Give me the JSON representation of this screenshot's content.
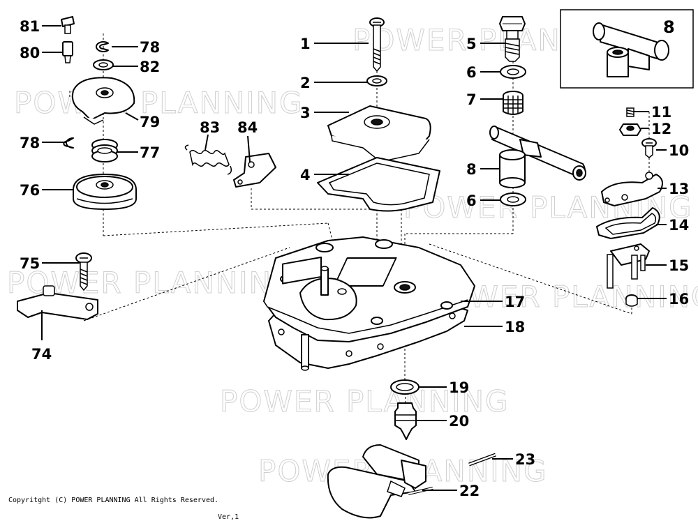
{
  "watermark": "POWER PLANNING",
  "copyright": {
    "line1": "Copyritght (C)  POWER  PLANNING  All  Rights  Reserved.",
    "line2": "Ver,1"
  },
  "callouts": {
    "c1": "1",
    "c2": "2",
    "c3": "3",
    "c4": "4",
    "c5": "5",
    "c6a": "6",
    "c6b": "6",
    "c7": "7",
    "c8": "8",
    "c8inset": "8",
    "c10": "10",
    "c11": "11",
    "c12": "12",
    "c13": "13",
    "c14": "14",
    "c15": "15",
    "c16": "16",
    "c17": "17",
    "c18": "18",
    "c19": "19",
    "c20": "20",
    "c22": "22",
    "c23": "23",
    "c74": "74",
    "c75": "75",
    "c76": "76",
    "c77": "77",
    "c78a": "78",
    "c78b": "78",
    "c79": "79",
    "c80": "80",
    "c81": "81",
    "c82": "82",
    "c83": "83",
    "c84": "84"
  }
}
